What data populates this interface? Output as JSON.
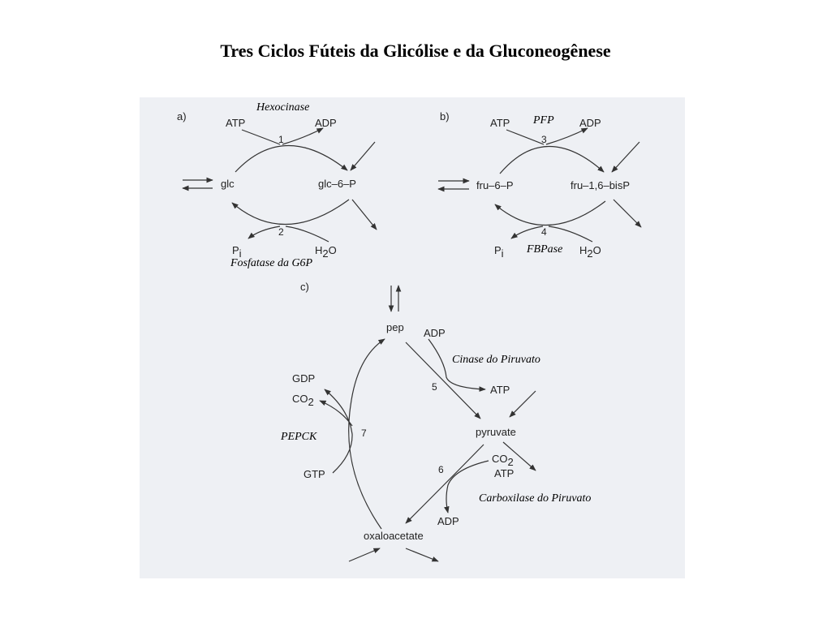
{
  "title": "Tres Ciclos Fúteis da Glicólise e da Gluconeogênese",
  "panels": {
    "a": {
      "label": "a)",
      "left_metabolite": "glc",
      "right_metabolite": "glc–6–P",
      "top_left": "ATP",
      "top_right": "ADP",
      "top_step": "1",
      "bottom_left": "P",
      "bottom_left_sub": "i",
      "bottom_right_pre": "H",
      "bottom_right_sub": "2",
      "bottom_right_post": "O",
      "bottom_step": "2",
      "enzyme_top": "Hexocinase",
      "enzyme_bottom": "Fosfatase da G6P"
    },
    "b": {
      "label": "b)",
      "left_metabolite": "fru–6–P",
      "right_metabolite": "fru–1,6–bisP",
      "top_left": "ATP",
      "top_right": "ADP",
      "top_step": "3",
      "bottom_left": "P",
      "bottom_left_sub": "i",
      "bottom_right_pre": "H",
      "bottom_right_sub": "2",
      "bottom_right_post": "O",
      "bottom_step": "4",
      "enzyme_top": "PFP",
      "enzyme_bottom": "FBPase"
    },
    "c": {
      "label": "c)",
      "pep": "pep",
      "pyruvate": "pyruvate",
      "oxaloacetate": "oxaloacetate",
      "adp_top": "ADP",
      "atp_mid": "ATP",
      "step5": "5",
      "gdp": "GDP",
      "co2_left_pre": "CO",
      "co2_left_sub": "2",
      "gtp": "GTP",
      "step7": "7",
      "co2_right_pre": "CO",
      "co2_right_sub": "2",
      "atp_right": "ATP",
      "adp_bottom": "ADP",
      "step6": "6",
      "enzyme_pk": "Cinase do Piruvato",
      "enzyme_pepck": "PEPCK",
      "enzyme_pc": "Carboxilase do Piruvato"
    }
  }
}
